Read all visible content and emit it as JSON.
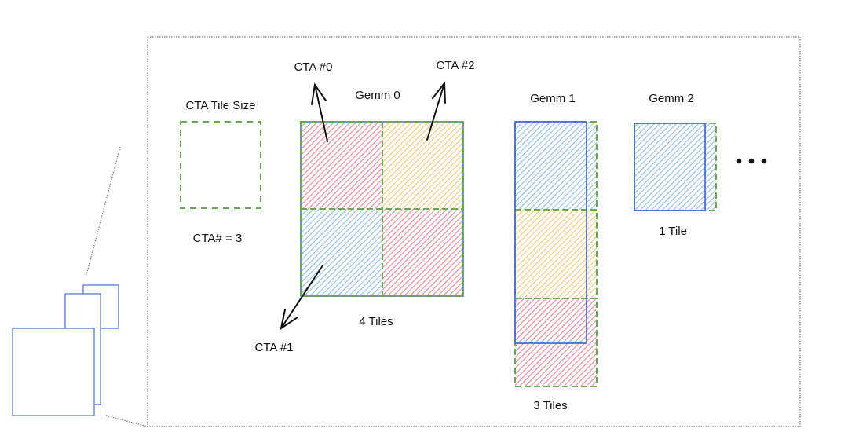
{
  "colors": {
    "red": "#e8869a",
    "orange": "#f2c47a",
    "blue": "#8fbde6",
    "green_dash": "#6aa84f",
    "blue_border": "#4a6fd1",
    "frame": "#777777",
    "arrow": "#111111"
  },
  "labels": {
    "tile_size_title": "CTA Tile Size",
    "cta_count": "CTA# = 3",
    "cta0": "CTA #0",
    "cta1": "CTA #1",
    "cta2": "CTA #2",
    "gemm0_title": "Gemm 0",
    "gemm0_caption": "4 Tiles",
    "gemm1_title": "Gemm 1",
    "gemm1_caption": "3 Tiles",
    "gemm2_title": "Gemm 2",
    "gemm2_caption": "1 Tile",
    "more": "• • •"
  },
  "gemms": [
    {
      "name": "Gemm 0",
      "tiles": 4,
      "tile_colors": [
        "red",
        "orange",
        "blue",
        "red"
      ]
    },
    {
      "name": "Gemm 1",
      "tiles": 3,
      "tile_colors": [
        "blue",
        "orange",
        "red"
      ]
    },
    {
      "name": "Gemm 2",
      "tiles": 1,
      "tile_colors": [
        "blue"
      ]
    }
  ]
}
